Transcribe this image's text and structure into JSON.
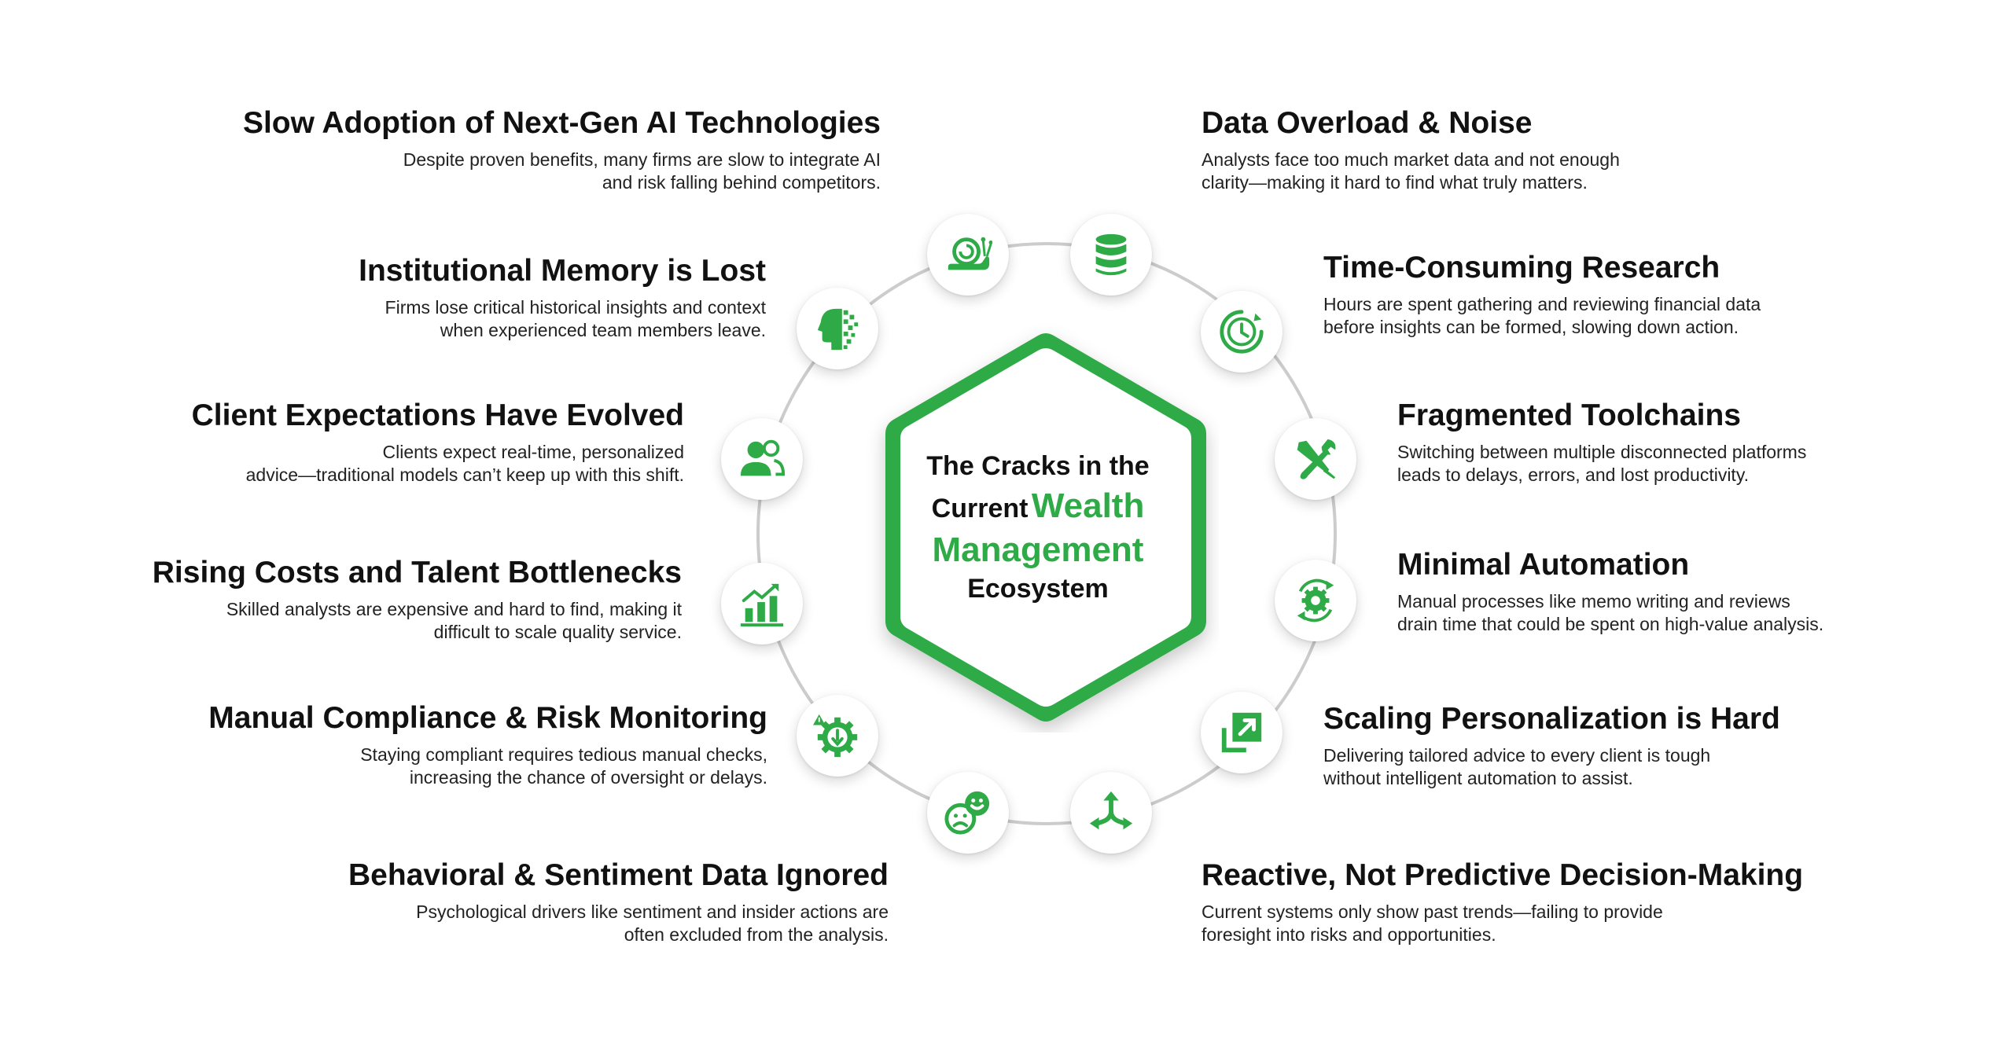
{
  "center": {
    "line1": "The Cracks in the",
    "line2_dark": "Current",
    "line2_accent": "Wealth",
    "line3_accent": "Management",
    "line4": "Ecosystem"
  },
  "colors": {
    "accent": "#2eaa47",
    "accent_dark": "#1f8f3a",
    "ring": "#cccccc",
    "text": "#111111"
  },
  "items": [
    {
      "id": "slow-adoption",
      "icon": "snail-icon",
      "title": "Slow Adoption of Next-Gen AI Technologies",
      "desc": [
        "Despite proven benefits, many firms are slow to integrate AI",
        "and risk falling behind competitors."
      ]
    },
    {
      "id": "data-overload",
      "icon": "database-icon",
      "title": "Data Overload & Noise",
      "desc": [
        "Analysts face too much market data and not enough",
        "clarity—making it hard to find what truly matters."
      ]
    },
    {
      "id": "institutional-memory",
      "icon": "ai-head-icon",
      "title": "Institutional Memory is Lost",
      "desc": [
        "Firms lose critical historical insights and context",
        "when experienced team members leave."
      ]
    },
    {
      "id": "time-consuming-research",
      "icon": "clock-icon",
      "title": "Time-Consuming Research",
      "desc": [
        "Hours are spent gathering and reviewing financial data",
        "before insights can be formed, slowing down action."
      ]
    },
    {
      "id": "client-expectations",
      "icon": "users-icon",
      "title": "Client Expectations Have Evolved",
      "desc": [
        "Clients expect real-time, personalized",
        "advice—traditional models can’t keep up with this shift."
      ]
    },
    {
      "id": "fragmented-toolchains",
      "icon": "tools-icon",
      "title": "Fragmented Toolchains",
      "desc": [
        "Switching between multiple disconnected platforms",
        "leads to delays, errors, and lost productivity."
      ]
    },
    {
      "id": "rising-costs",
      "icon": "bar-chart-icon",
      "title": "Rising Costs and Talent Bottlenecks",
      "desc": [
        "Skilled analysts are expensive and hard to find, making it",
        "difficult to scale quality service."
      ]
    },
    {
      "id": "minimal-automation",
      "icon": "gear-cycle-icon",
      "title": "Minimal Automation",
      "desc": [
        "Manual processes like memo writing and reviews",
        "drain time that could be spent on high-value analysis."
      ]
    },
    {
      "id": "manual-compliance",
      "icon": "gear-alert-icon",
      "title": "Manual Compliance & Risk Monitoring",
      "desc": [
        "Staying compliant requires tedious manual checks,",
        "increasing the chance of oversight or delays."
      ]
    },
    {
      "id": "scaling-personalization",
      "icon": "expand-icon",
      "title": "Scaling Personalization is Hard",
      "desc": [
        "Delivering tailored advice to every client is tough",
        "without intelligent automation to assist."
      ]
    },
    {
      "id": "behavioral-sentiment",
      "icon": "sentiment-faces-icon",
      "title": "Behavioral & Sentiment Data Ignored",
      "desc": [
        "Psychological drivers like sentiment and insider actions are",
        "often excluded from the analysis."
      ]
    },
    {
      "id": "reactive-decisions",
      "icon": "split-arrows-icon",
      "title": "Reactive, Not Predictive Decision-Making",
      "desc": [
        "Current systems only show past trends—failing to provide",
        "foresight into risks and opportunities."
      ]
    }
  ]
}
